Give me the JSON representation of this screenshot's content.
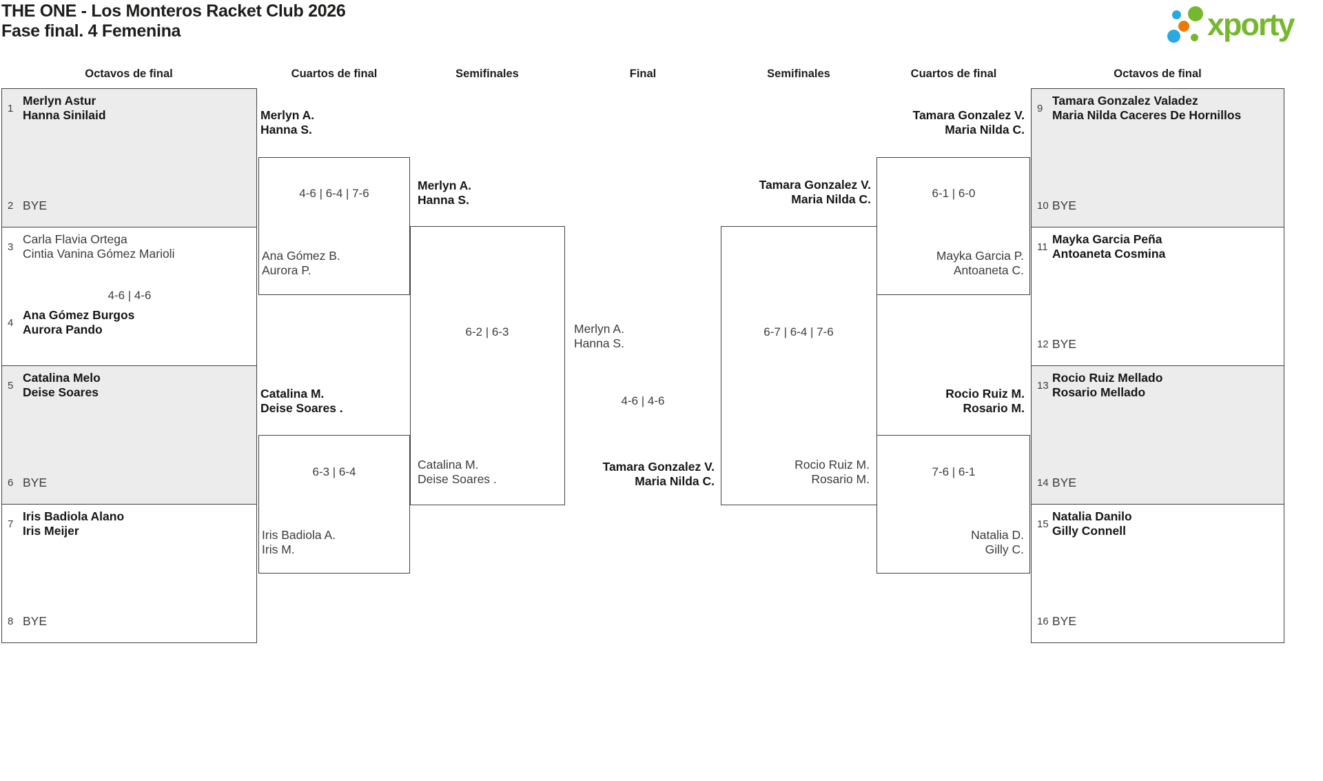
{
  "title": {
    "line1": "THE ONE - Los Monteros Racket Club 2026",
    "line2": "Fase final. 4 Femenina"
  },
  "logo": {
    "text": "xporty"
  },
  "colors": {
    "logo_green": "#76b82d",
    "logo_blue": "#29a9e0",
    "logo_orange": "#ec7a08",
    "box_shaded": "#ececec",
    "box_border": "#404040",
    "text_dark": "#161615",
    "text_regular": "#3c3c3b"
  },
  "round_headers": {
    "l_oct": "Octavos de final",
    "l_q": "Cuartos de final",
    "l_sf": "Semifinales",
    "final": "Final",
    "r_sf": "Semifinales",
    "r_q": "Cuartos de final",
    "r_oct": "Octavos de final"
  },
  "left": {
    "oct": [
      {
        "seed_top": "1",
        "top1": "Merlyn Astur",
        "top2": "Hanna Sinilaid",
        "seed_bot": "2",
        "bot_bye": "BYE"
      },
      {
        "seed_top": "3",
        "top1": "Carla Flavia Ortega",
        "top2": "Cintia Vanina Gómez Marioli",
        "score": "4-6 | 4-6",
        "seed_bot": "4",
        "bot1": "Ana Gómez Burgos",
        "bot2": "Aurora Pando"
      },
      {
        "seed_top": "5",
        "top1": "Catalina Melo",
        "top2": "Deise Soares",
        "seed_bot": "6",
        "bot_bye": "BYE"
      },
      {
        "seed_top": "7",
        "top1": "Iris Badiola Alano",
        "top2": "Iris Meijer",
        "seed_bot": "8",
        "bot_bye": "BYE"
      }
    ],
    "quarters": [
      {
        "winner1": "Merlyn A.",
        "winner2": "Hanna S.",
        "score": "4-6 | 6-4 | 7-6",
        "loser1": "Ana Gómez B.",
        "loser2": "Aurora P."
      },
      {
        "winner1": "Catalina M.",
        "winner2": "Deise Soares .",
        "score": "6-3 | 6-4",
        "loser1": "Iris Badiola A.",
        "loser2": "Iris M."
      }
    ],
    "semi": {
      "winner1": "Merlyn A.",
      "winner2": "Hanna S.",
      "score": "6-2 | 6-3",
      "loser1": "Catalina M.",
      "loser2": "Deise Soares ."
    }
  },
  "final": {
    "team_a1": "Merlyn A.",
    "team_a2": "Hanna S.",
    "score": "4-6 | 4-6",
    "team_b1": "Tamara Gonzalez V.",
    "team_b2": "Maria Nilda C."
  },
  "right": {
    "semi": {
      "winner1": "Tamara Gonzalez V.",
      "winner2": "Maria Nilda C.",
      "score": "6-7 | 6-4 | 7-6",
      "loser1": "Rocio Ruiz M.",
      "loser2": "Rosario M."
    },
    "quarters": [
      {
        "winner1": "Tamara Gonzalez V.",
        "winner2": "Maria Nilda C.",
        "score": "6-1 | 6-0",
        "loser1": "Mayka Garcia P.",
        "loser2": "Antoaneta C."
      },
      {
        "winner1": "Rocio Ruiz M.",
        "winner2": "Rosario M.",
        "score": "7-6 | 6-1",
        "loser1": "Natalia D.",
        "loser2": "Gilly C."
      }
    ],
    "oct": [
      {
        "seed_top": "9",
        "top1": "Tamara Gonzalez Valadez",
        "top2": "Maria Nilda Caceres De Hornillos",
        "seed_bot": "10",
        "bot_bye": "BYE"
      },
      {
        "seed_top": "11",
        "top1": "Mayka Garcia Peña",
        "top2": "Antoaneta Cosmina",
        "seed_bot": "12",
        "bot_bye": "BYE"
      },
      {
        "seed_top": "13",
        "top1": "Rocio Ruiz Mellado",
        "top2": "Rosario Mellado",
        "seed_bot": "14",
        "bot_bye": "BYE"
      },
      {
        "seed_top": "15",
        "top1": "Natalia Danilo",
        "top2": "Gilly Connell",
        "seed_bot": "16",
        "bot_bye": "BYE"
      }
    ]
  }
}
